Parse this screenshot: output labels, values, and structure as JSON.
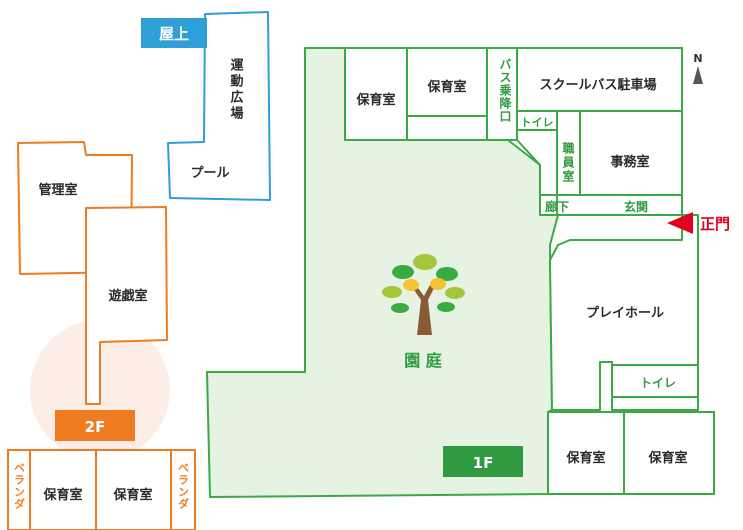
{
  "floors": {
    "roof": {
      "tag": "屋上",
      "color": "#2f9fd8",
      "rooms": {
        "field": "運動広場",
        "pool": "プール"
      }
    },
    "second": {
      "tag": "2F",
      "color": "#ee7d22",
      "rooms": {
        "office": "管理室",
        "play": "遊戯室",
        "nursery_a": "保育室",
        "nursery_b": "保育室",
        "veranda_left": "ベランダ",
        "veranda_right": "ベランダ"
      }
    },
    "first": {
      "tag": "1F",
      "color": "#2f9a3f"
    }
  },
  "first_floor_rooms": {
    "nursery_top_1": "保育室",
    "nursery_top_2": "保育室",
    "bus_stop": "バス乗降口",
    "bus_parking": "スクールバス駐車場",
    "toilet_top": "トイレ",
    "staff_room": "職員室",
    "office": "事務室",
    "corridor": "廊下",
    "entrance": "玄関",
    "play_hall": "プレイホール",
    "toilet_right": "トイレ",
    "nursery_bottom_1": "保育室",
    "nursery_bottom_2": "保育室",
    "courtyard": "園 庭"
  },
  "main_gate": {
    "label": "正門",
    "color": "#e1001e"
  },
  "compass": {
    "label": "N"
  },
  "colors": {
    "green_line": "#3aaa45",
    "courtyard_fill": "#e6f2e2",
    "blue_line": "#2f9fd8",
    "orange_line": "#ee7d22"
  }
}
